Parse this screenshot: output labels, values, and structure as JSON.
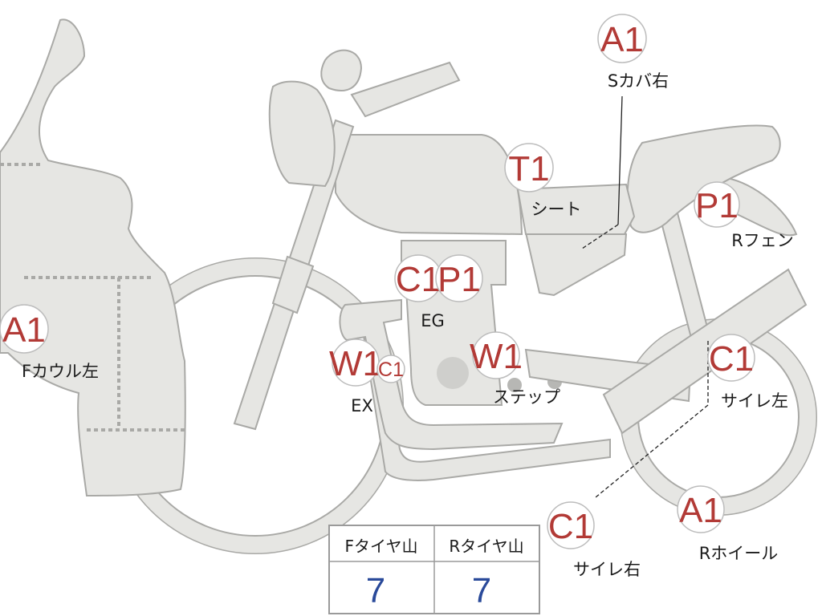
{
  "colors": {
    "part_fill": "#e6e6e3",
    "part_outline": "#a9a9a6",
    "grade_text": "#b23a36",
    "value_text": "#2a4a9a"
  },
  "markers": [
    {
      "id": "s-cover-right",
      "grade": "A1",
      "label": "Sカバ右"
    },
    {
      "id": "seat",
      "grade": "T1",
      "label": "シート"
    },
    {
      "id": "rear-fender",
      "grade": "P1",
      "label": "Rフェン"
    },
    {
      "id": "front-cowl-left",
      "grade": "A1",
      "label": "Fカウル左"
    },
    {
      "id": "engine-c",
      "grade": "C1",
      "label": "EG"
    },
    {
      "id": "engine-p",
      "grade": "P1",
      "label": ""
    },
    {
      "id": "exhaust-w",
      "grade": "W1",
      "label": "EX"
    },
    {
      "id": "exhaust-c",
      "grade": "C1",
      "label": ""
    },
    {
      "id": "step",
      "grade": "W1",
      "label": "ステップ"
    },
    {
      "id": "silencer-left",
      "grade": "C1",
      "label": "サイレ左"
    },
    {
      "id": "silencer-right",
      "grade": "C1",
      "label": "サイレ右"
    },
    {
      "id": "rear-wheel",
      "grade": "A1",
      "label": "Rホイール"
    }
  ],
  "tire_table": {
    "headers": [
      "Fタイヤ山",
      "Rタイヤ山"
    ],
    "values": [
      "7",
      "7"
    ]
  }
}
